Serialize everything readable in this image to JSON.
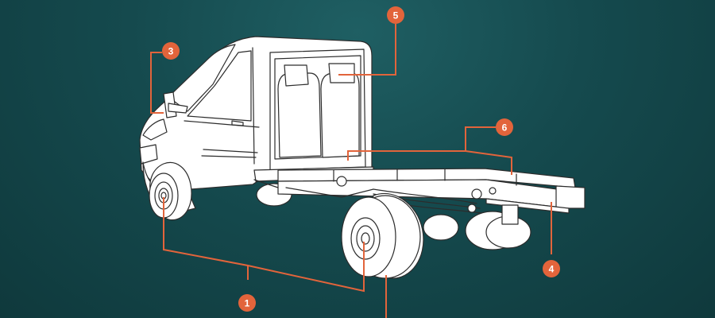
{
  "callouts": [
    {
      "id": "1",
      "label": "1",
      "color": "#e2643b"
    },
    {
      "id": "3",
      "label": "3",
      "color": "#e2643b"
    },
    {
      "id": "4",
      "label": "4",
      "color": "#e2643b"
    },
    {
      "id": "5",
      "label": "5",
      "color": "#e2643b"
    },
    {
      "id": "6",
      "label": "6",
      "color": "#e2643b"
    }
  ],
  "colors": {
    "background_top": "#1f5f63",
    "background_bottom": "#0f393c",
    "line_art": "#2c2c2c",
    "truck_fill": "#ffffff",
    "callout": "#e2643b"
  }
}
